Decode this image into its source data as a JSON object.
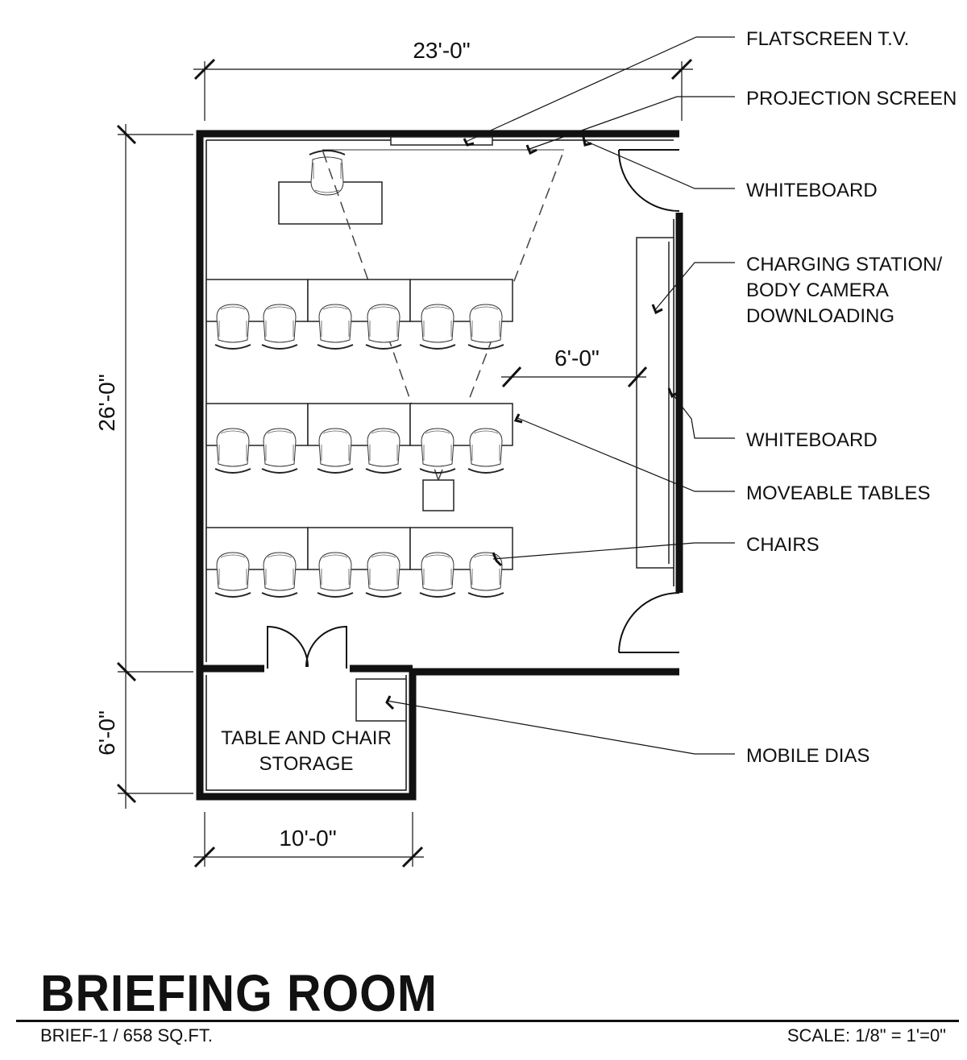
{
  "title": "BRIEFING ROOM",
  "subtitle_left": "BRIEF-1 / 658 SQ.FT.",
  "subtitle_right": "SCALE: 1/8\" = 1'=0\"",
  "dimensions": {
    "width_top": "23'-0\"",
    "height_main": "26'-0\"",
    "height_storage": "6'-0\"",
    "width_storage": "10'-0\"",
    "aisle": "6'-0\""
  },
  "room_labels": {
    "storage_line1": "TABLE AND CHAIR",
    "storage_line2": "STORAGE"
  },
  "callouts": {
    "flatscreen": "FLATSCREEN T.V.",
    "projection": "PROJECTION SCREEN",
    "whiteboard_top": "WHITEBOARD",
    "charging_line1": "CHARGING STATION/",
    "charging_line2": "BODY CAMERA",
    "charging_line3": "DOWNLOADING",
    "whiteboard_right": "WHITEBOARD",
    "tables": "MOVEABLE TABLES",
    "chairs": "CHAIRS",
    "dias": "MOBILE DIAS"
  },
  "icons": {
    "chair": "chair-icon",
    "door": "door-swing-icon"
  }
}
